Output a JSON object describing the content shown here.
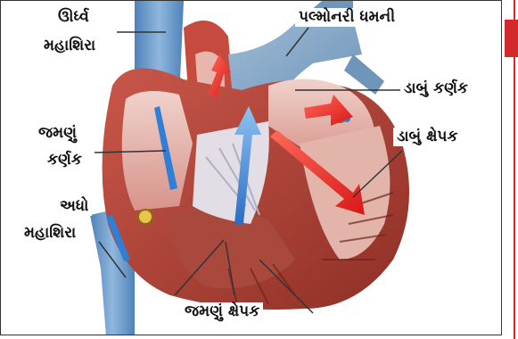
{
  "labels": {
    "superior_vena_cava": [
      "ઊર્ધ્વ",
      "મહાશિરા"
    ],
    "pulmonary_artery": "પલ્મોનરી ધમની",
    "left_atrium": "ડાબું કર્ણક",
    "left_ventricle": "ડાબું ક્ષેપક",
    "right_atrium": [
      "જમણું",
      "કર્ણક"
    ],
    "inferior_vena_cava": [
      "અધો",
      "મહાશિરા"
    ],
    "right_ventricle": "જમણું ક્ષેપક"
  },
  "colors": {
    "vein_blue": "#5b8fc4",
    "artery_blue": "#8ab0cf",
    "muscle": "#b9473a",
    "muscle_dark": "#7e2b22",
    "chamber_light": "#e9c6bf",
    "valve": "#dcdce8",
    "arrow_red": "#e02020",
    "arrow_blue": "#2f7fd6",
    "accent_red": "#d22a2a"
  }
}
